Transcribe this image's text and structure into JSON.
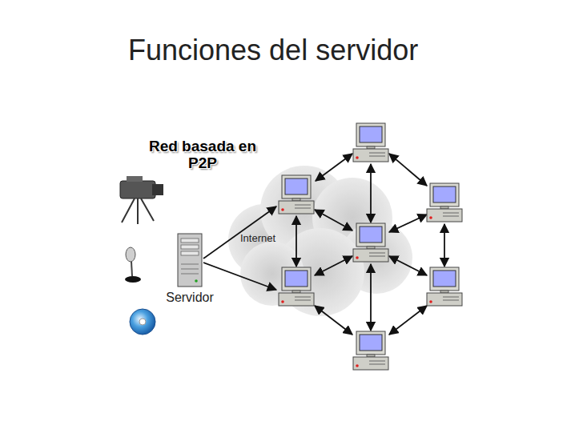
{
  "diagram": {
    "title": "Funciones del servidor",
    "nodes": [
      {
        "text": [
          "Servidor"
        ]
      }
    ],
    "labels": [
      "Red basada en P2P",
      "Internet"
    ]
  }
}
